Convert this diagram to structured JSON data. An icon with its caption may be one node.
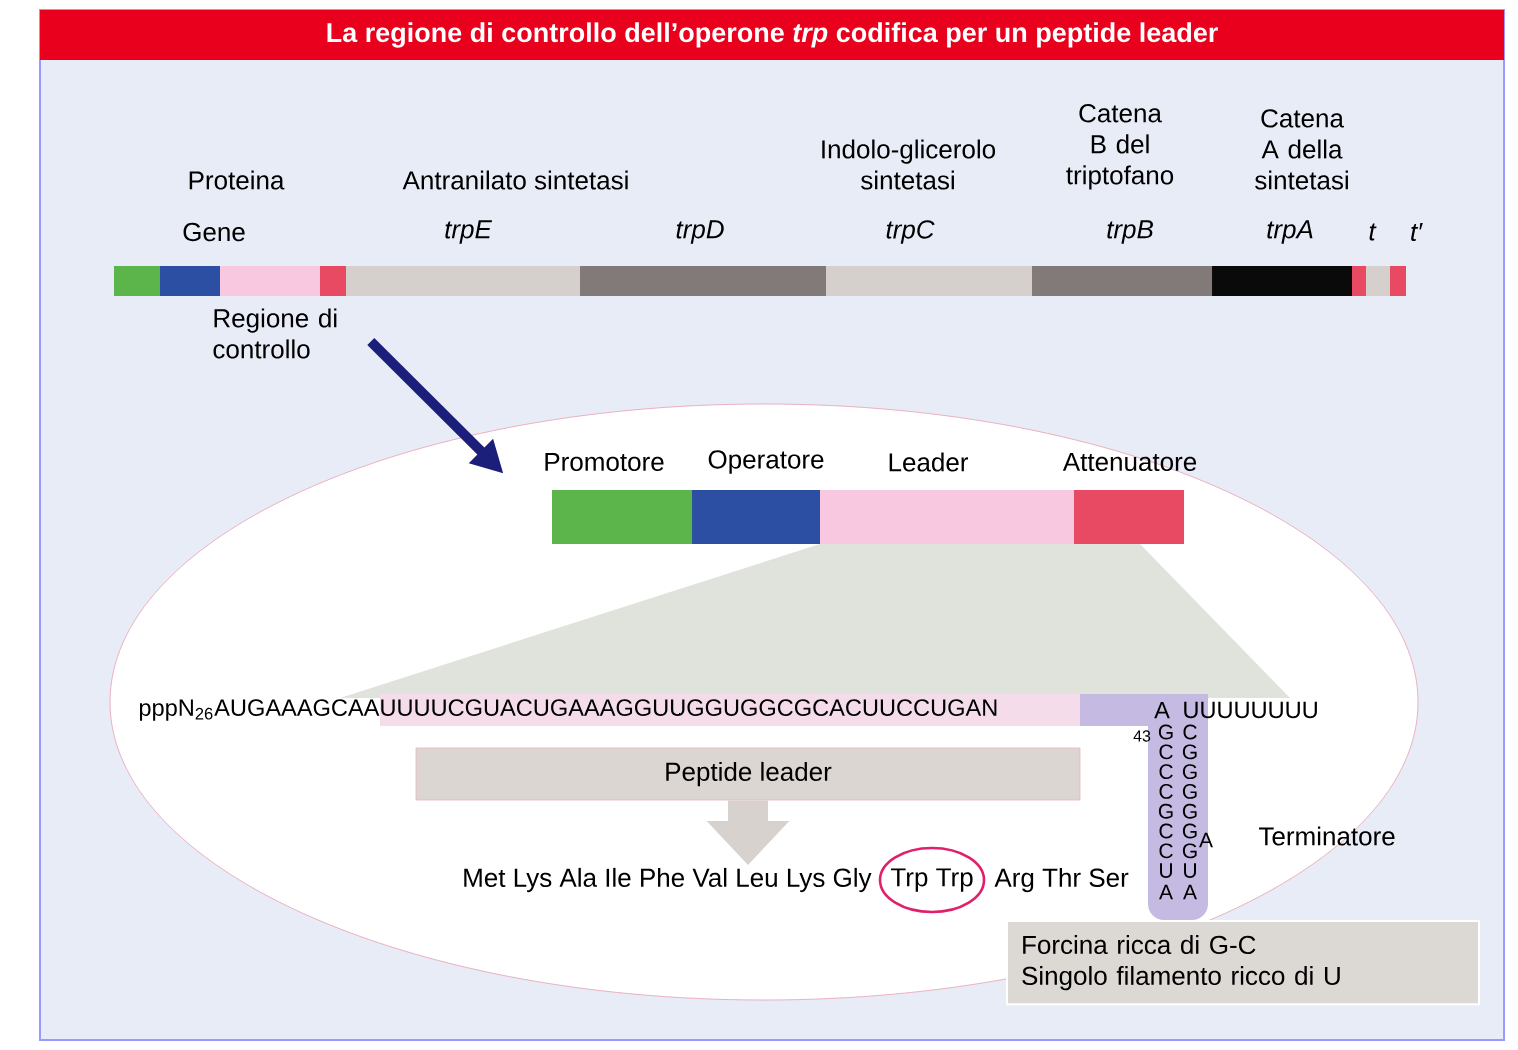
{
  "diagram": {
    "title": "La regione di controllo dell’operone *trp* codifica per un peptide leader",
    "nodes": [
      {
        "text": [
          "Regione di controllo"
        ]
      },
      {
        "text": [
          "Promotore"
        ]
      },
      {
        "text": [
          "Operatore"
        ]
      },
      {
        "text": [
          "Leader"
        ]
      },
      {
        "text": [
          "Attenuatore"
        ]
      },
      {
        "text": [
          "Peptide leader"
        ]
      },
      {
        "text": [
          "Met Lys Ala Ile Phe Val Leu Lys Gly",
          "Trp Trp",
          "Arg Thr Ser"
        ]
      },
      {
        "text": [
          "Forcina ricca di G-C",
          "Singolo filamento ricco di U"
        ]
      }
    ],
    "edges": [
      {
        "from": 0,
        "to": 1,
        "arrow": "to",
        "color": "#1c1f7a"
      },
      {
        "from": 5,
        "to": 6,
        "arrow": "to",
        "style": "thick",
        "color": "#d8d2ce"
      }
    ],
    "labels": [
      "Proteina",
      "Antranilato sintetasi",
      "Indolo-glicerolo sintetasi",
      "Catena B del triptofano",
      "Catena A della sintetasi",
      "Gene",
      "trpE",
      "trpD",
      "trpC",
      "trpB",
      "trpA",
      "t",
      "t′",
      "pppN$_{26}$AUGAAAGCAAUUUUCGUACUGAAAGGUUGGUGGCGCACUUCCUGAN",
      "43",
      "A",
      "UUUUUUUU",
      "Terminatore",
      "G",
      "C",
      "C",
      "C",
      "G",
      "C",
      "C",
      "U",
      "A",
      "A",
      "C",
      "G",
      "G",
      "G",
      "G",
      "G",
      "G",
      "U",
      "A"
    ]
  }
}
